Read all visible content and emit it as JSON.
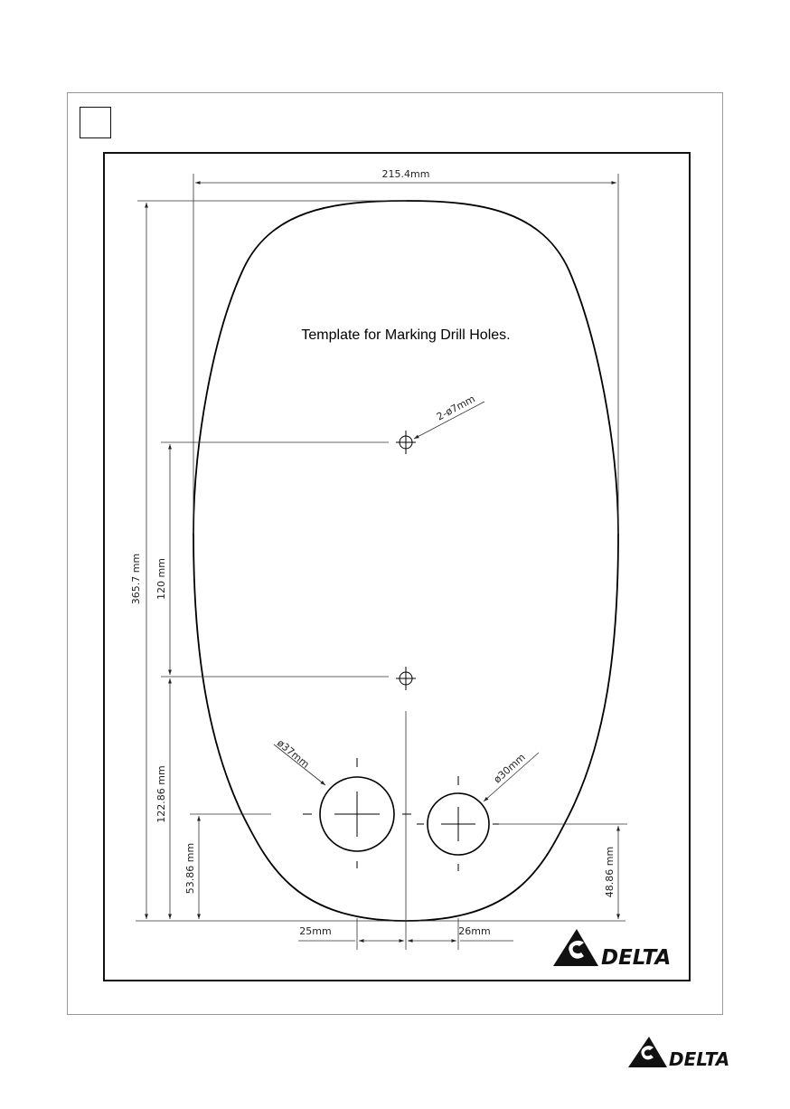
{
  "template": {
    "title": "Template for Marking Drill Holes.",
    "dimensions": {
      "overall_width": "215.4mm",
      "overall_height": "365.7 mm",
      "mount_hole_spacing": "120 mm",
      "lower_hole_height": "122.86 mm",
      "left_port_height": "53.86 mm",
      "right_port_height": "48.86 mm",
      "left_port_offset": "25mm",
      "right_port_offset": "26mm"
    },
    "holes": {
      "mount_holes": "2-ø7mm",
      "left_port": "ø37mm",
      "right_port": "ø30mm"
    }
  },
  "brand": {
    "name": "DELTA",
    "logo_icon": "delta-logo-icon"
  }
}
